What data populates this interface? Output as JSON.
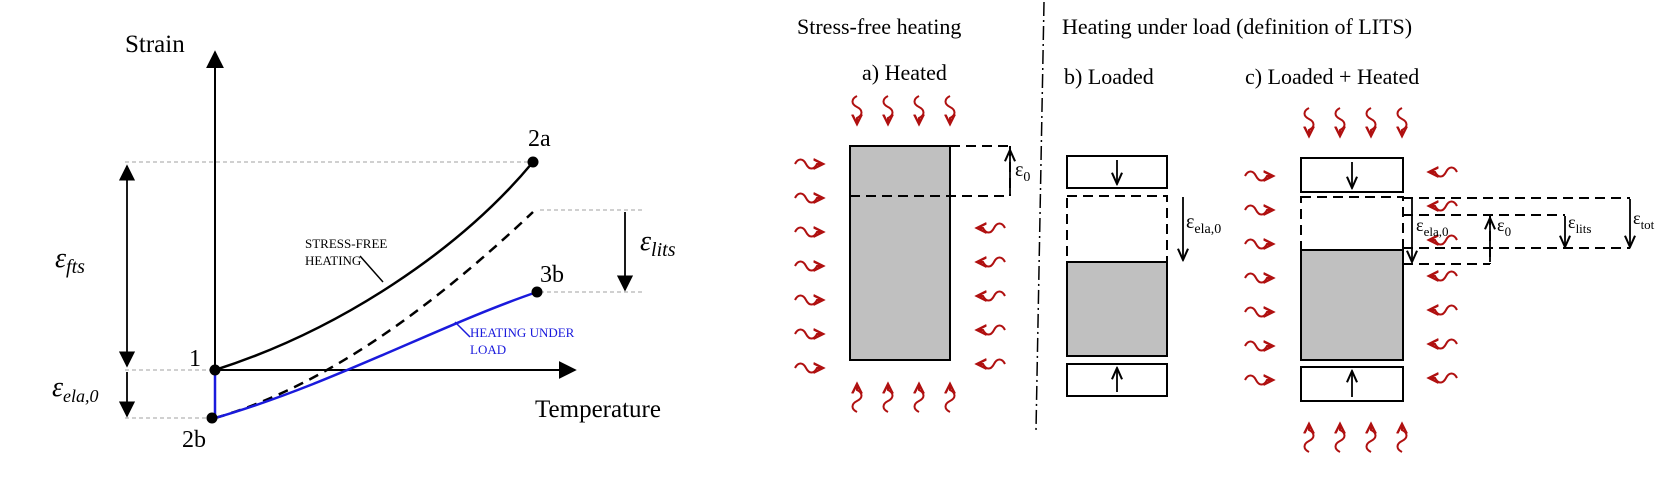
{
  "left_graph": {
    "y_axis_label": "Strain",
    "x_axis_label": "Temperature",
    "points": {
      "p1": "1",
      "p2a": "2a",
      "p2b": "2b",
      "p3b": "3b"
    },
    "curve_labels": {
      "stress_free_l1": "STRESS-FREE",
      "stress_free_l2": "HEATING",
      "under_load_l1": "HEATING UNDER",
      "under_load_l2": "LOAD"
    },
    "strain_labels": {
      "fts_base": "ε",
      "fts_sub": "fts",
      "lits_base": "ε",
      "lits_sub": "lits",
      "ela_base": "ε",
      "ela_sub": "ela,0"
    }
  },
  "right_diagram": {
    "section_stress_free": "Stress-free heating",
    "section_under_load": "Heating under load (definition of LITS)",
    "panel_a": "a) Heated",
    "panel_b": "b) Loaded",
    "panel_c": "c) Loaded + Heated",
    "eps": "ε",
    "sub_0": "0",
    "sub_ela0": "ela,0",
    "sub_lits": "lits",
    "sub_tot": "tot"
  },
  "colors": {
    "black_curve": "#000000",
    "blue_curve": "#1a1adc",
    "heat_arrows": "#b01010",
    "specimen_fill": "#c0c0c0",
    "guide_lines": "#a0a0a0"
  }
}
